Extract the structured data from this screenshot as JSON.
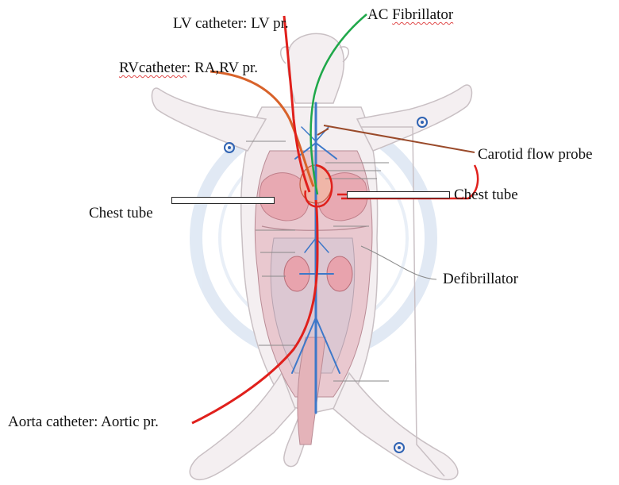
{
  "labels": {
    "lv_catheter": "LV catheter: LV pr.",
    "ac_prefix": "AC ",
    "ac_fibrillator": "Fibrillator",
    "rv_catheter_a": "RVcatheter",
    "rv_catheter_b": ": RA,RV pr.",
    "carotid_flow_probe": "Carotid flow probe",
    "chest_tube_left": "Chest tube",
    "chest_tube_right": "Chest tube",
    "defibrillator": "Defibrillator",
    "aorta_catheter": "Aorta catheter: Aortic pr."
  },
  "colors": {
    "catheter_red": "#e0201c",
    "fibrillator_green": "#1fa84a",
    "probe_brown": "#9a4a2a",
    "rv_catheter_orange": "#d8622a",
    "vessel_blue": "#3d78c9",
    "organ_pink": "#e8a9b2",
    "body_outline": "#c9c0c4",
    "watermark_blue": "#c9d8ec"
  },
  "icons": [
    "electrode-icon",
    "electrode-icon",
    "electrode-icon"
  ]
}
